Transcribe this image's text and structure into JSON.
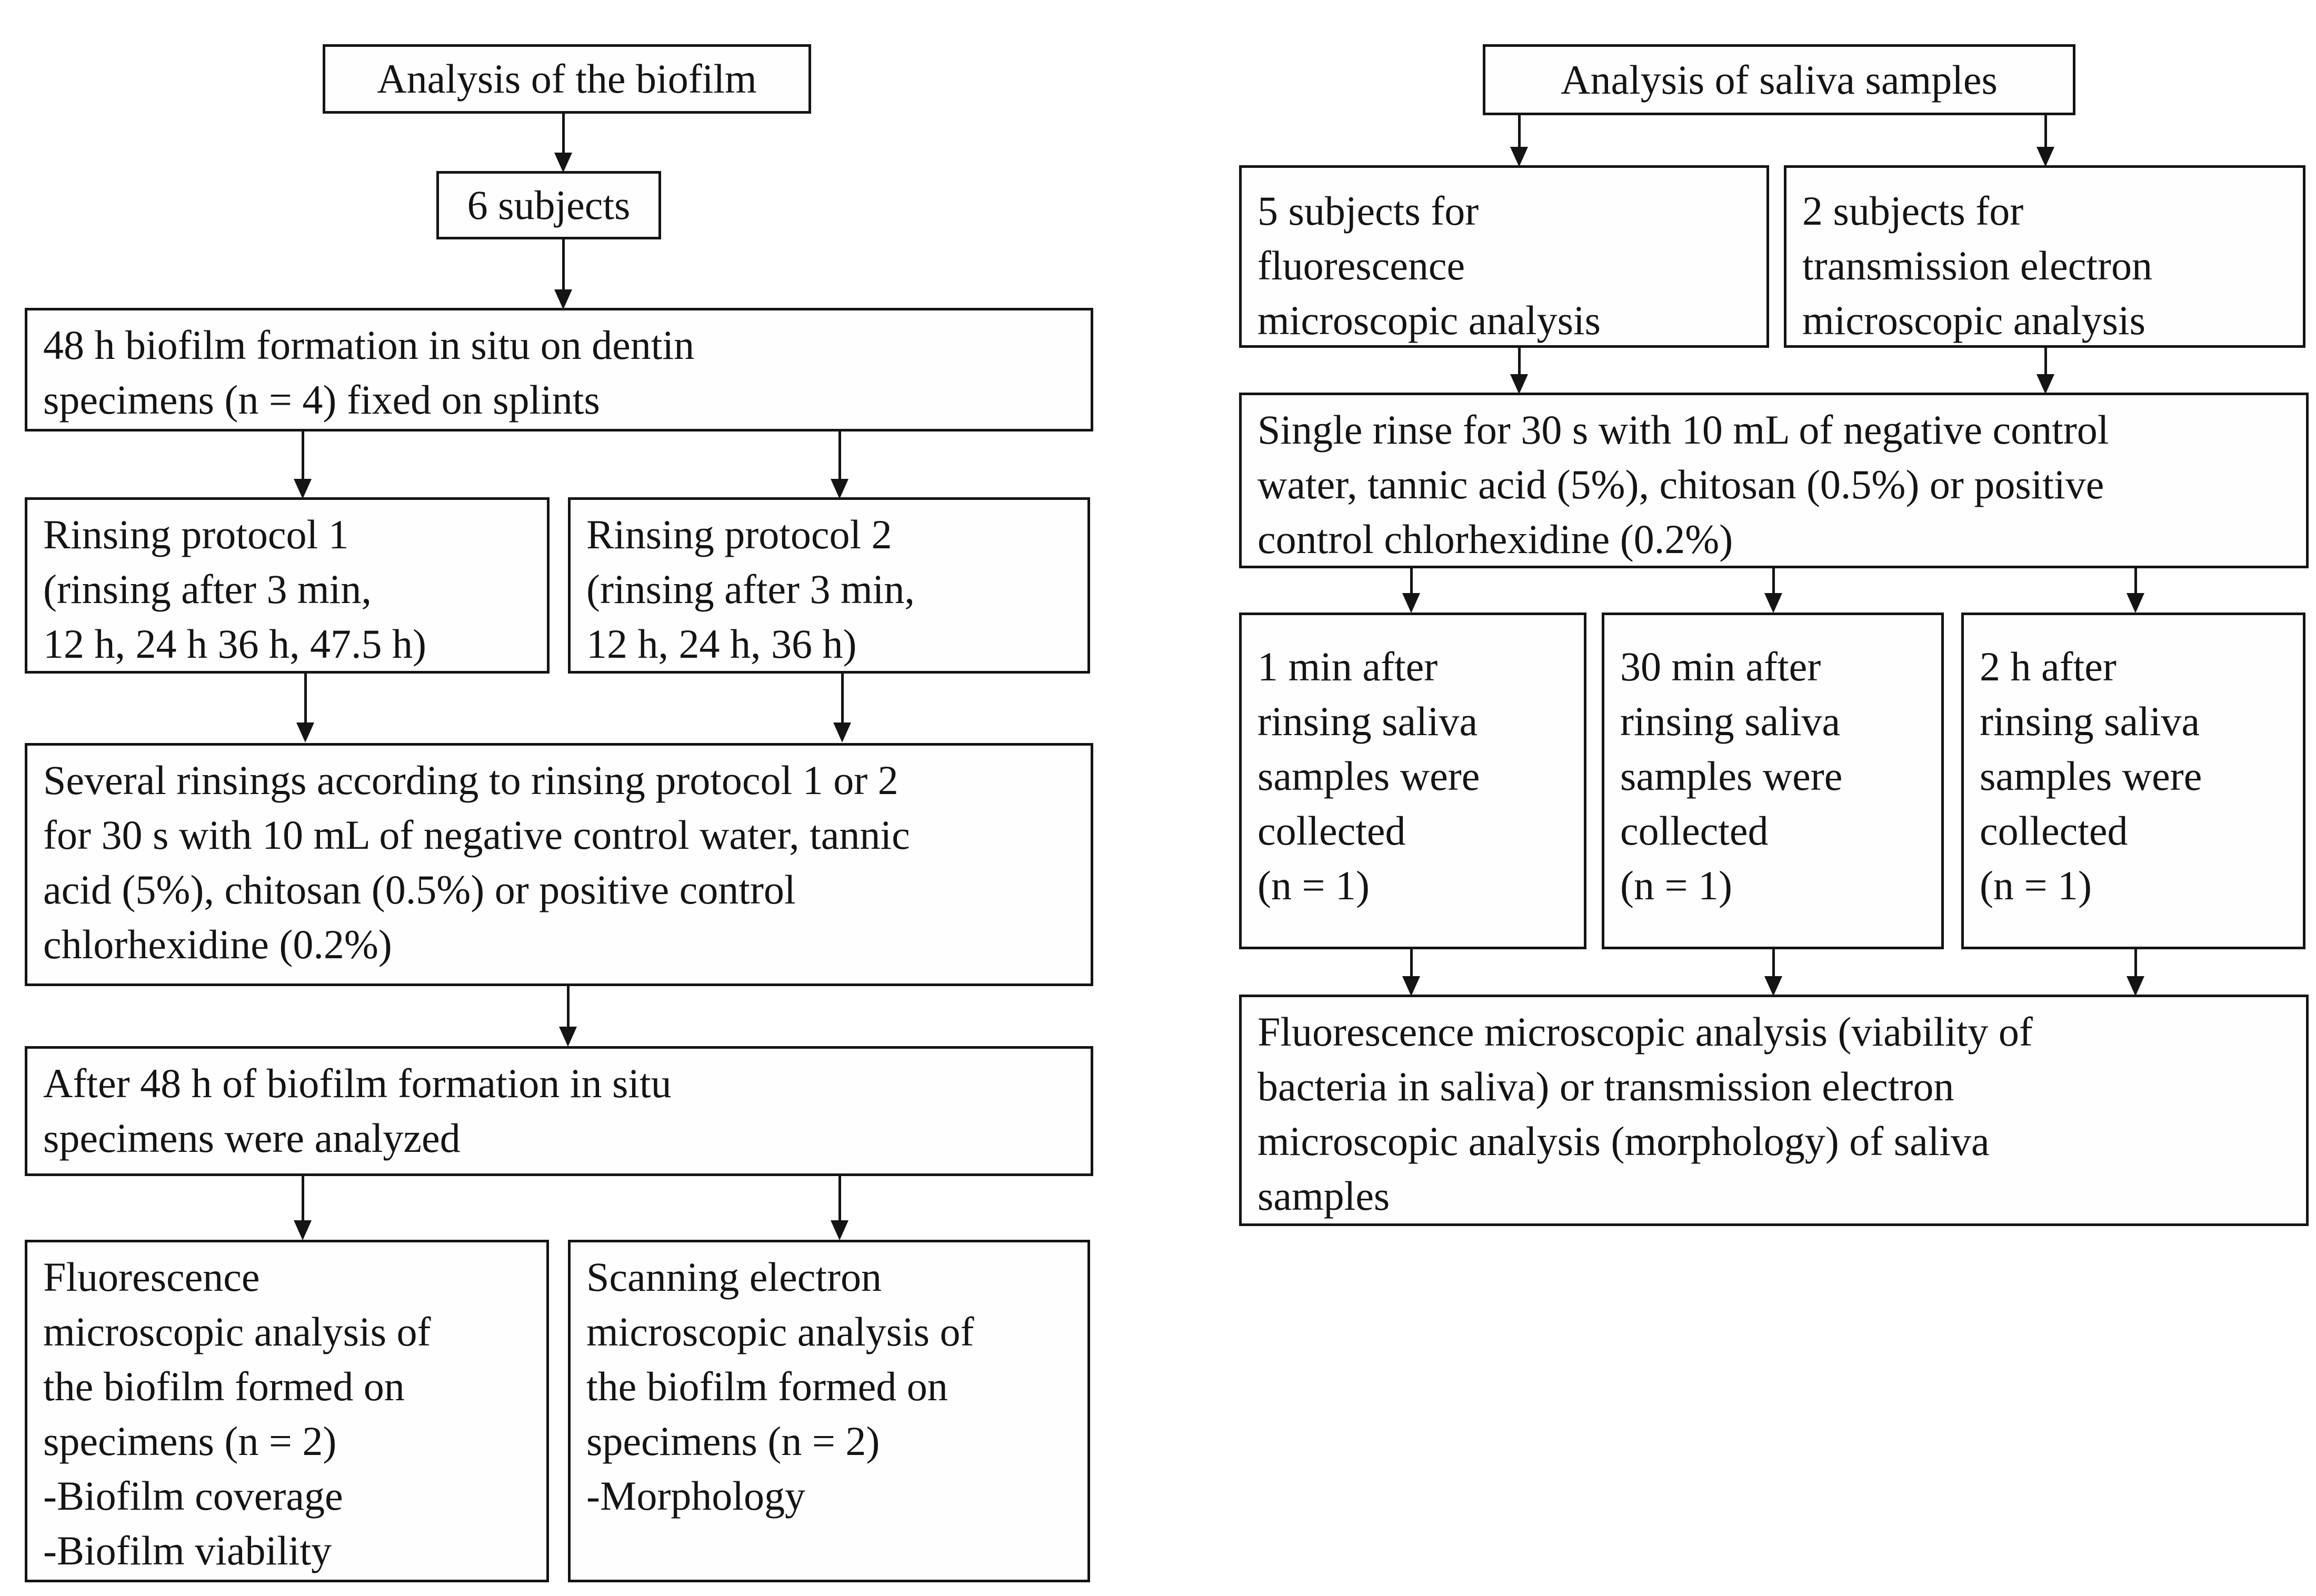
{
  "biofilm_flow": {
    "title": "Analysis of the biofilm",
    "subjects": "6 subjects",
    "formation": "48 h biofilm formation in situ on dentin\nspecimens (n = 4) fixed on splints",
    "protocol_1": "Rinsing protocol 1\n(rinsing after 3 min,\n12 h, 24 h 36 h, 47.5 h)",
    "protocol_2": "Rinsing protocol 2\n(rinsing after 3 min,\n12 h, 24 h, 36 h)",
    "rinsings": "Several rinsings according to rinsing protocol 1 or 2\nfor 30 s with 10 mL of negative control water, tannic\nacid (5%), chitosan (0.5%) or positive control\nchlorhexidine (0.2%)",
    "analyzed": "After 48 h of biofilm formation in situ\nspecimens were analyzed",
    "fluorescence_box": "Fluorescence\nmicroscopic analysis of\nthe biofilm formed on\nspecimens (n = 2)\n-Biofilm coverage\n-Biofilm viability",
    "sem_box": "Scanning electron\nmicroscopic analysis of\nthe biofilm formed on\nspecimens (n = 2)\n-Morphology"
  },
  "saliva_flow": {
    "title": "Analysis of saliva samples",
    "subjects_fluorescence": "5 subjects for\nfluorescence\nmicroscopic analysis",
    "subjects_tem": "2 subjects for\ntransmission electron\nmicroscopic analysis",
    "single_rinse": "Single rinse for 30 s with 10 mL of negative control\nwater, tannic acid (5%), chitosan (0.5%) or positive\ncontrol chlorhexidine (0.2%)",
    "collect_1min": "1 min after\nrinsing saliva\nsamples were\ncollected\n(n = 1)",
    "collect_30min": "30 min after\nrinsing saliva\nsamples were\ncollected\n(n = 1)",
    "collect_2h": "2 h after\nrinsing saliva\nsamples were\ncollected\n(n = 1)",
    "final_analysis": "Fluorescence microscopic analysis (viability of\nbacteria in saliva) or transmission electron\nmicroscopic analysis (morphology) of saliva\nsamples"
  },
  "colors": {
    "border": "#141414",
    "text": "#141414",
    "background": "#ffffff"
  }
}
